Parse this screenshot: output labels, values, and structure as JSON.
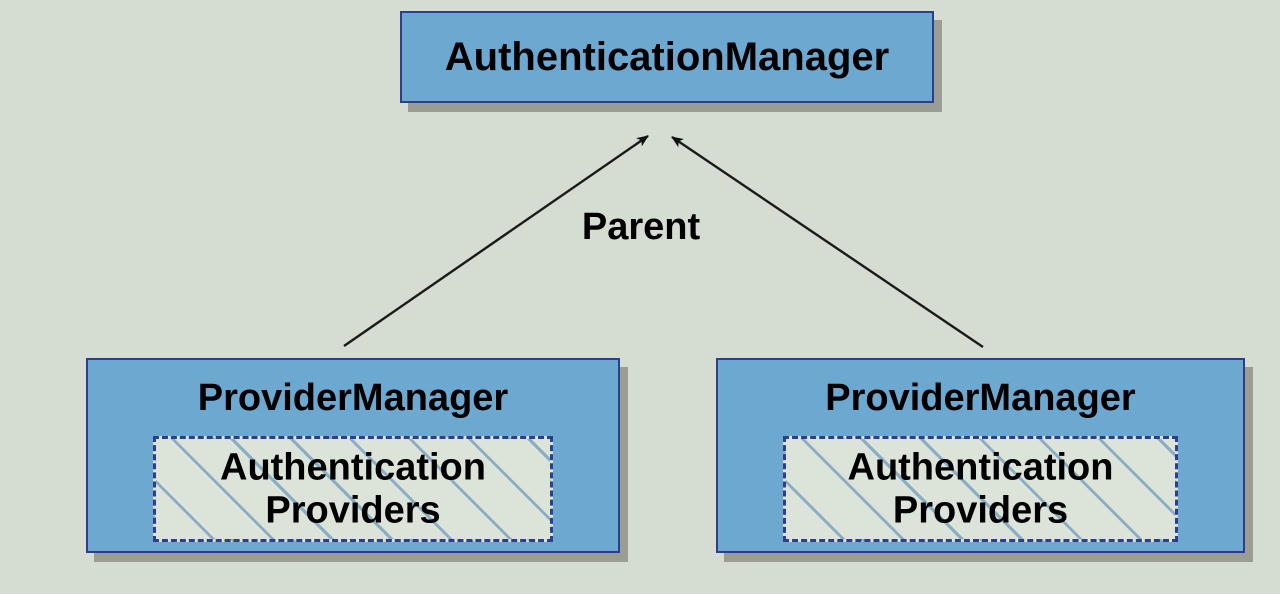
{
  "diagram": {
    "title": "AuthenticationManager parent hierarchy",
    "background_color": "#d5ddd2",
    "node_fill_color": "#6da8d0",
    "node_border_color": "#2d3e8c",
    "node_shadow_color": "#9a9e92",
    "subnode_fill_color": "#dce3d8",
    "subnode_hatch_color": "#4682b4",
    "text_color": "#000000",
    "connector_color": "#1a1a1a"
  },
  "nodes": {
    "root": {
      "label": "AuthenticationManager"
    },
    "left_provider": {
      "label": "ProviderManager",
      "sub": {
        "label": "Authentication\nProviders"
      }
    },
    "right_provider": {
      "label": "ProviderManager",
      "sub": {
        "label": "Authentication\nProviders"
      }
    }
  },
  "edges": {
    "label": "Parent",
    "relations": [
      {
        "from": "left_provider",
        "to": "root",
        "label": "Parent",
        "arrow": "filled-triangle"
      },
      {
        "from": "right_provider",
        "to": "root",
        "label": "Parent",
        "arrow": "filled-triangle"
      }
    ]
  }
}
